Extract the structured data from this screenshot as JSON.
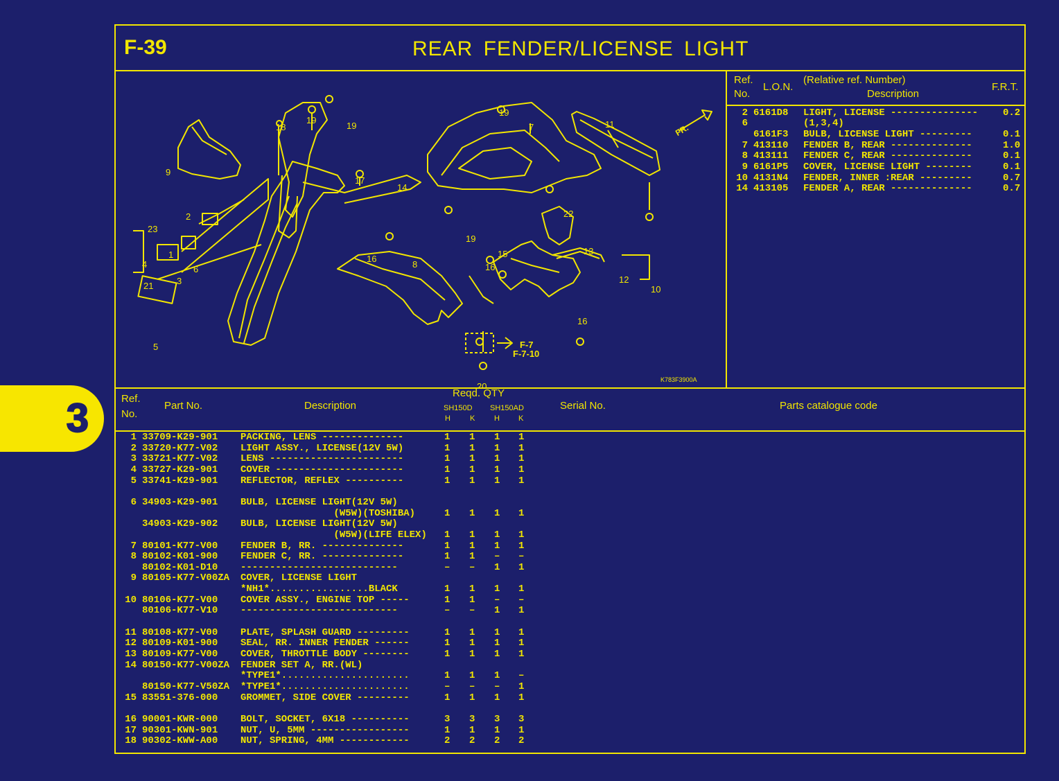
{
  "tab_number": "3",
  "header": {
    "code": "F-39",
    "title": "REAR FENDER/LICENSE LIGHT"
  },
  "illustration": {
    "labels": [
      "19",
      "19",
      "18",
      "19",
      "7",
      "11",
      "9",
      "17",
      "14",
      "2",
      "23",
      "1",
      "4",
      "6",
      "3",
      "21",
      "22",
      "19",
      "13",
      "16",
      "8",
      "15",
      "16",
      "12",
      "10",
      "5",
      "16",
      "20",
      "F-7",
      "F-7-10"
    ],
    "drawing_code": "K783F3900A",
    "fr_label": "FR."
  },
  "lon_table": {
    "headers": {
      "ref": "Ref.",
      "no": "No.",
      "lon": "L.O.N.",
      "relative": "(Relative ref. Number)",
      "description": "Description",
      "frt": "F.R.T."
    },
    "rows": [
      {
        "ref": "2",
        "lon": "6161D8",
        "desc": "LIGHT, LICENSE ---------------",
        "frt": "0.2"
      },
      {
        "ref": "6",
        "lon": "",
        "desc": "(1,3,4)",
        "frt": ""
      },
      {
        "ref": "",
        "lon": "6161F3",
        "desc": "BULB, LICENSE LIGHT ---------",
        "frt": "0.1"
      },
      {
        "ref": "7",
        "lon": "413110",
        "desc": "FENDER B, REAR --------------",
        "frt": "1.0"
      },
      {
        "ref": "8",
        "lon": "413111",
        "desc": "FENDER C, REAR --------------",
        "frt": "0.1"
      },
      {
        "ref": "9",
        "lon": "6161P5",
        "desc": "COVER, LICENSE LIGHT --------",
        "frt": "0.1"
      },
      {
        "ref": "10",
        "lon": "4131N4",
        "desc": "FENDER, INNER :REAR ---------",
        "frt": "0.7"
      },
      {
        "ref": "14",
        "lon": "413105",
        "desc": "FENDER A, REAR --------------",
        "frt": "0.7"
      }
    ]
  },
  "parts_header": {
    "ref": "Ref.",
    "no": "No.",
    "part_no": "Part No.",
    "description": "Description",
    "reqd_qty": "Reqd. QTY",
    "model1": "SH150D",
    "model2": "SH150AD",
    "h": "H",
    "k": "K",
    "serial_no": "Serial No.",
    "catalogue_code": "Parts catalogue code"
  },
  "parts": [
    {
      "ref": "1",
      "part": "33709-K29-901",
      "desc": "PACKING, LENS --------------",
      "q": [
        "1",
        "1",
        "1",
        "1"
      ]
    },
    {
      "ref": "2",
      "part": "33720-K77-V02",
      "desc": "LIGHT ASSY., LICENSE(12V 5W)",
      "q": [
        "1",
        "1",
        "1",
        "1"
      ]
    },
    {
      "ref": "3",
      "part": "33721-K77-V02",
      "desc": "LENS -----------------------",
      "q": [
        "1",
        "1",
        "1",
        "1"
      ]
    },
    {
      "ref": "4",
      "part": "33727-K29-901",
      "desc": "COVER ----------------------",
      "q": [
        "1",
        "1",
        "1",
        "1"
      ]
    },
    {
      "ref": "5",
      "part": "33741-K29-901",
      "desc": "REFLECTOR, REFLEX ----------",
      "q": [
        "1",
        "1",
        "1",
        "1"
      ]
    },
    {
      "ref": "",
      "part": "",
      "desc": "",
      "q": [
        "",
        "",
        "",
        ""
      ]
    },
    {
      "ref": "6",
      "part": "34903-K29-901",
      "desc": "BULB, LICENSE LIGHT(12V 5W)",
      "q": [
        "",
        "",
        "",
        ""
      ]
    },
    {
      "ref": "",
      "part": "",
      "desc": "                (W5W)(TOSHIBA)",
      "q": [
        "1",
        "1",
        "1",
        "1"
      ]
    },
    {
      "ref": "",
      "part": "34903-K29-902",
      "desc": "BULB, LICENSE LIGHT(12V 5W)",
      "q": [
        "",
        "",
        "",
        ""
      ]
    },
    {
      "ref": "",
      "part": "",
      "desc": "                (W5W)(LIFE ELEX)",
      "q": [
        "1",
        "1",
        "1",
        "1"
      ]
    },
    {
      "ref": "7",
      "part": "80101-K77-V00",
      "desc": "FENDER B, RR. --------------",
      "q": [
        "1",
        "1",
        "1",
        "1"
      ]
    },
    {
      "ref": "8",
      "part": "80102-K01-900",
      "desc": "FENDER C, RR. --------------",
      "q": [
        "1",
        "1",
        "–",
        "–"
      ]
    },
    {
      "ref": "",
      "part": "80102-K01-D10",
      "desc": "---------------------------",
      "q": [
        "–",
        "–",
        "1",
        "1"
      ]
    },
    {
      "ref": "9",
      "part": "80105-K77-V00ZA",
      "desc": "COVER, LICENSE LIGHT",
      "q": [
        "",
        "",
        "",
        ""
      ]
    },
    {
      "ref": "",
      "part": "",
      "desc": "*NH1*.................BLACK",
      "q": [
        "1",
        "1",
        "1",
        "1"
      ]
    },
    {
      "ref": "10",
      "part": "80106-K77-V00",
      "desc": "COVER ASSY., ENGINE TOP -----",
      "q": [
        "1",
        "1",
        "–",
        "–"
      ]
    },
    {
      "ref": "",
      "part": "80106-K77-V10",
      "desc": "---------------------------",
      "q": [
        "–",
        "–",
        "1",
        "1"
      ]
    },
    {
      "ref": "",
      "part": "",
      "desc": "",
      "q": [
        "",
        "",
        "",
        ""
      ]
    },
    {
      "ref": "11",
      "part": "80108-K77-V00",
      "desc": "PLATE, SPLASH GUARD ---------",
      "q": [
        "1",
        "1",
        "1",
        "1"
      ]
    },
    {
      "ref": "12",
      "part": "80109-K01-900",
      "desc": "SEAL, RR. INNER FENDER ------",
      "q": [
        "1",
        "1",
        "1",
        "1"
      ]
    },
    {
      "ref": "13",
      "part": "80109-K77-V00",
      "desc": "COVER, THROTTLE BODY --------",
      "q": [
        "1",
        "1",
        "1",
        "1"
      ]
    },
    {
      "ref": "14",
      "part": "80150-K77-V00ZA",
      "desc": "FENDER SET A, RR.(WL)",
      "q": [
        "",
        "",
        "",
        ""
      ]
    },
    {
      "ref": "",
      "part": "",
      "desc": "*TYPE1*......................",
      "q": [
        "1",
        "1",
        "1",
        "–"
      ]
    },
    {
      "ref": "",
      "part": "80150-K77-V50ZA",
      "desc": "*TYPE1*......................",
      "q": [
        "–",
        "–",
        "–",
        "1"
      ]
    },
    {
      "ref": "15",
      "part": "83551-376-000",
      "desc": "GROMMET, SIDE COVER ---------",
      "q": [
        "1",
        "1",
        "1",
        "1"
      ]
    },
    {
      "ref": "",
      "part": "",
      "desc": "",
      "q": [
        "",
        "",
        "",
        ""
      ]
    },
    {
      "ref": "16",
      "part": "90001-KWR-000",
      "desc": "BOLT, SOCKET, 6X18 ----------",
      "q": [
        "3",
        "3",
        "3",
        "3"
      ]
    },
    {
      "ref": "17",
      "part": "90301-KWN-901",
      "desc": "NUT, U, 5MM -----------------",
      "q": [
        "1",
        "1",
        "1",
        "1"
      ]
    },
    {
      "ref": "18",
      "part": "90302-KWW-A00",
      "desc": "NUT, SPRING, 4MM ------------",
      "q": [
        "2",
        "2",
        "2",
        "2"
      ]
    }
  ]
}
